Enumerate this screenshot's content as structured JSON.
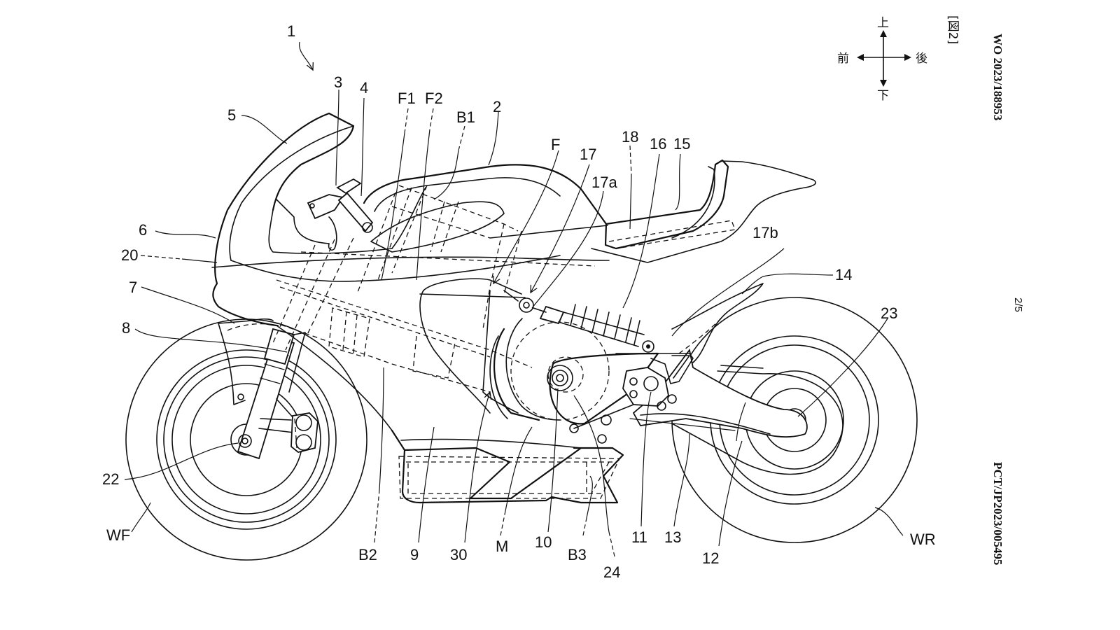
{
  "document": {
    "publication_number": "WO 2023/188953",
    "application_number": "PCT/JP2023/005495",
    "page": "2/5",
    "figure_label": "[図2]"
  },
  "orientation": {
    "up": "上",
    "down": "下",
    "front": "前",
    "rear": "後"
  },
  "labels": {
    "l1": "1",
    "l2": "2",
    "l3": "3",
    "l4": "4",
    "l5": "5",
    "l6": "6",
    "l7": "7",
    "l8": "8",
    "l9": "9",
    "l10": "10",
    "l11": "11",
    "l12": "12",
    "l13": "13",
    "l14": "14",
    "l15": "15",
    "l16": "16",
    "l17": "17",
    "l17a": "17a",
    "l17b": "17b",
    "l18": "18",
    "l20": "20",
    "l22": "22",
    "l23": "23",
    "l24": "24",
    "l30": "30",
    "F": "F",
    "F1": "F1",
    "F2": "F2",
    "B1": "B1",
    "B2": "B2",
    "B3": "B3",
    "M": "M",
    "WF": "WF",
    "WR": "WR"
  }
}
